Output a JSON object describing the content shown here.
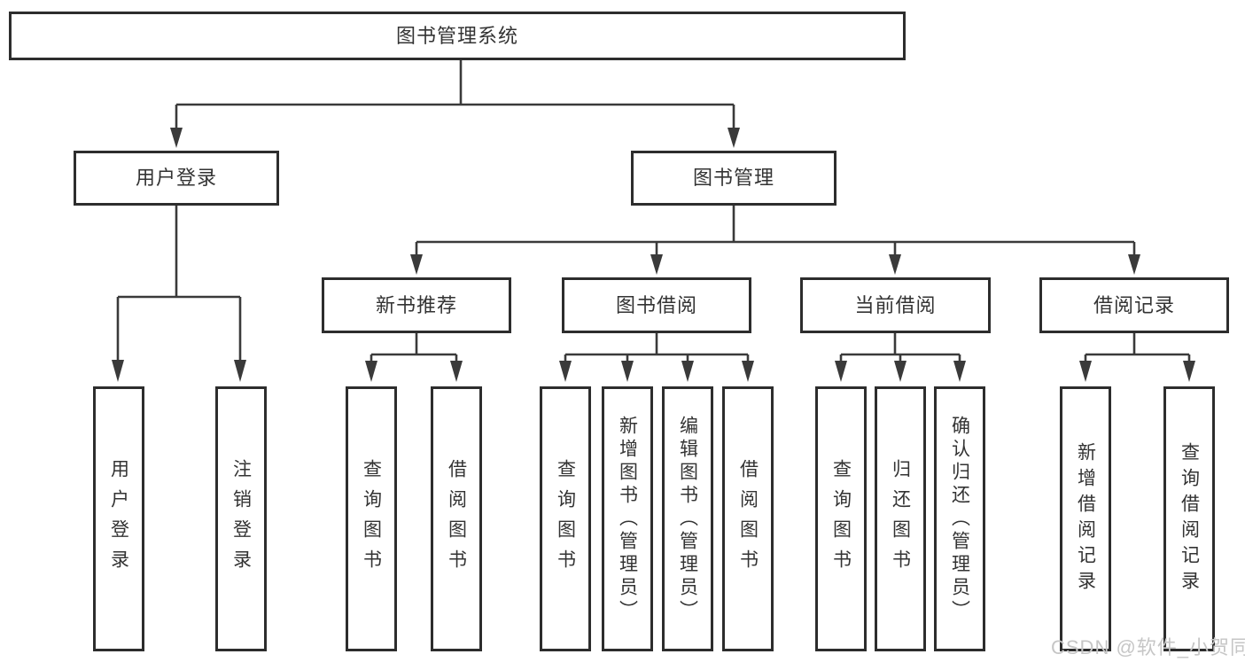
{
  "diagram": {
    "root_label": "图书管理系统",
    "level2": [
      {
        "label": "用户登录"
      },
      {
        "label": "图书管理"
      }
    ],
    "level3": [
      {
        "label": "新书推荐"
      },
      {
        "label": "图书借阅"
      },
      {
        "label": "当前借阅"
      },
      {
        "label": "借阅记录"
      }
    ],
    "leaves": {
      "user_login": [
        {
          "label": "用户登录"
        },
        {
          "label": "注销登录"
        }
      ],
      "new_book": [
        {
          "label": "查询图书"
        },
        {
          "label": "借阅图书"
        }
      ],
      "borrow": [
        {
          "label": "查询图书"
        },
        {
          "label": "新增图书（管理员）"
        },
        {
          "label": "编辑图书（管理员）"
        },
        {
          "label": "借阅图书"
        }
      ],
      "current": [
        {
          "label": "查询图书"
        },
        {
          "label": "归还图书"
        },
        {
          "label": "确认归还（管理员）"
        }
      ],
      "records": [
        {
          "label": "新增借阅记录"
        },
        {
          "label": "查询借阅记录"
        }
      ]
    }
  },
  "colors": {
    "line": "#3a3a3a",
    "border": "#2d2d2d",
    "text": "#333333",
    "watermark_text": "#c6c6c6",
    "background": "#ffffff"
  },
  "watermark": "CSDN @软件_小贺同学"
}
